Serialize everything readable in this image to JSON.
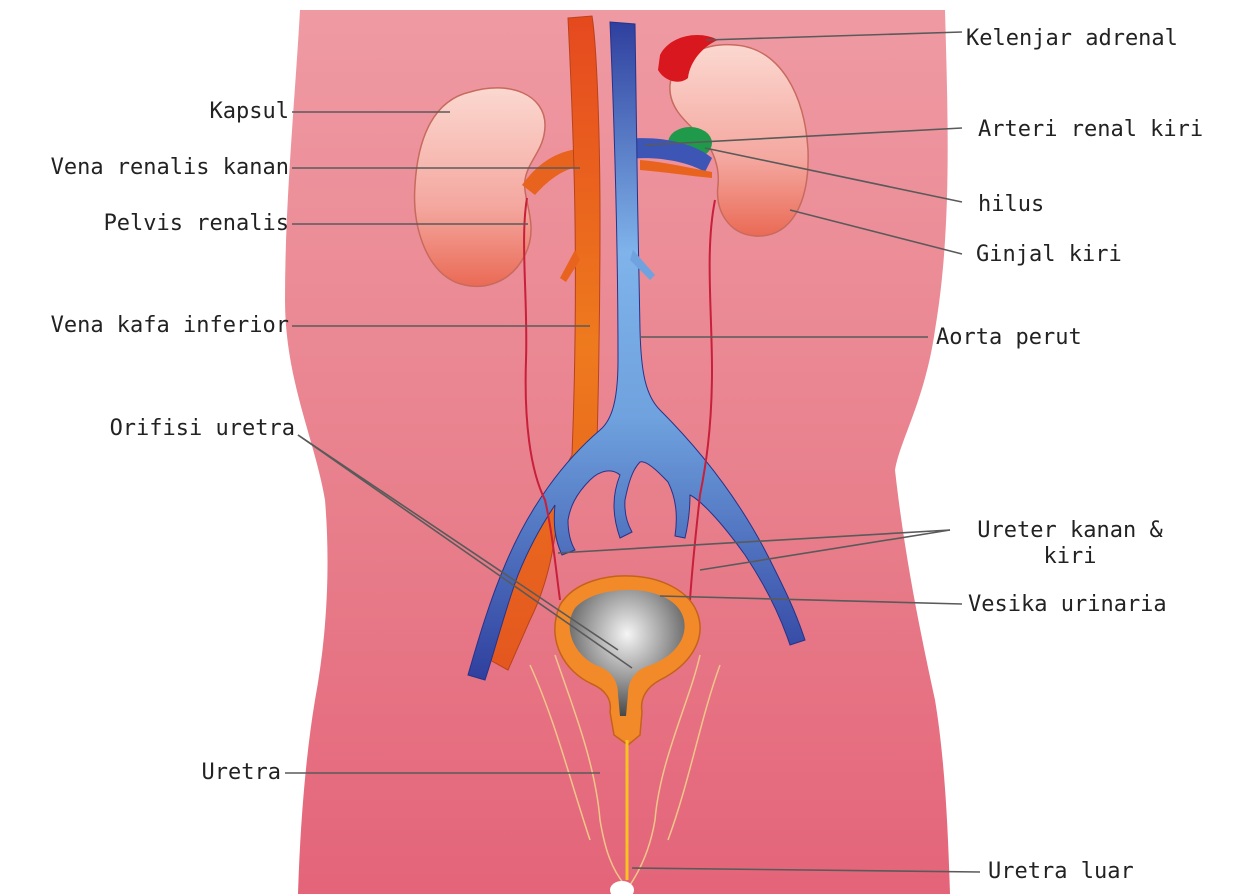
{
  "labels": {
    "kapsul": "Kapsul",
    "vena_renalis_kanan": "Vena renalis kanan",
    "pelvis_renalis": "Pelvis renalis",
    "vena_kafa_inferior": "Vena kafa inferior",
    "orifisi_uretra": "Orifisi uretra",
    "uretra": "Uretra",
    "kelenjar_adrenal": "Kelenjar adrenal",
    "arteri_renal_kiri": "Arteri renal kiri",
    "hilus": "hilus",
    "ginjal_kiri": "Ginjal kiri",
    "aorta_perut": "Aorta perut",
    "ureter_kanan_kiri_line1": "Ureter kanan &",
    "ureter_kanan_kiri_line2": "kiri",
    "vesika_urinaria": "Vesika urinaria",
    "uretra_luar": "Uretra luar"
  },
  "colors": {
    "body_pink": "#e97a88",
    "kidney": "#f4a79f",
    "vena": "#e8641e",
    "aorta_dark": "#2f3f9e",
    "aorta_light": "#7fb3ea",
    "adrenal": "#d8171f",
    "hilus_green": "#1f9a4a",
    "bladder": "#f28a2a",
    "ureter": "#c81f3a"
  }
}
